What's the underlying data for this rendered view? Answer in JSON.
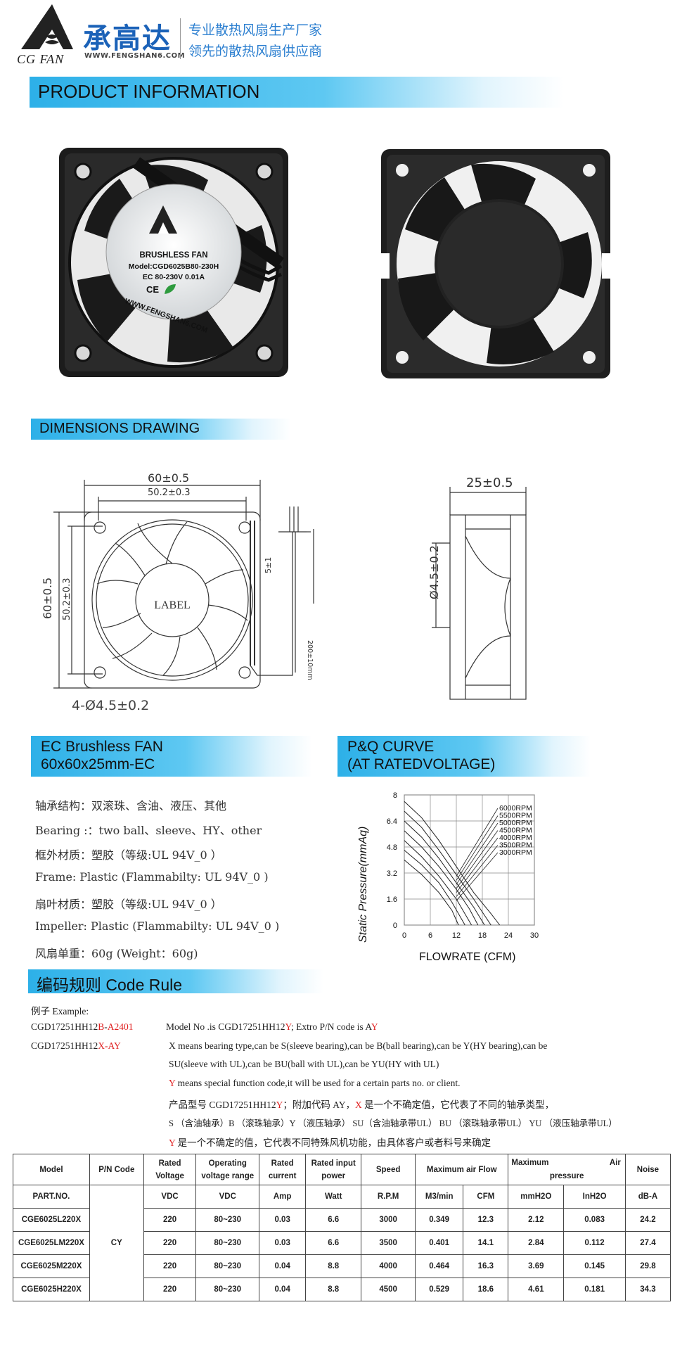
{
  "header": {
    "logo_text": "CG FAN",
    "brand": "承高达",
    "url": "WWW.FENGSHAN6.COM",
    "slogan_line1": "专业散热风扇生产厂家",
    "slogan_line2": "领先的散热风扇供应商"
  },
  "sections": {
    "product_info": "PRODUCT  INFORMATION",
    "dimensions": "DIMENSIONS  DRAWING",
    "ec_line1": "EC  Brushless  FAN",
    "ec_line2": "60x60x25mm-EC",
    "pq_line1": "P&Q  CURVE",
    "pq_line2": "(AT  RATEDVOLTAGE)",
    "code_rule": "编码规则 Code  Rule"
  },
  "product_label": {
    "title": "BRUSHLESS FAN",
    "model": "Model:CGD6025B80-230H",
    "rating": "EC 80-230V  0.01A",
    "url": "WWW.FENGSHAN6.COM",
    "ce": "CE"
  },
  "drawing": {
    "width_outer": "60±0.5",
    "width_inner": "50.2±0.3",
    "height_outer": "60±0.5",
    "height_inner": "50.2±0.3",
    "label": "LABEL",
    "lead_offset": "5±1",
    "lead_length": "200±10mm",
    "holes": "4-Ø4.5±0.2",
    "depth": "25±0.5",
    "side_hole": "Ø4.5±0.2"
  },
  "specs": [
    "轴承结构：双滚珠、含油、液压、其他",
    "Bearing :：two  ball、sleeve、HY、other",
    "框外材质：塑胶（等级:UL 94V_0 ）",
    "Frame: Plastic (Flammabilty: UL 94V_0 )",
    "扇叶材质：塑胶（等级:UL 94V_0 ）",
    "Impeller: Plastic  (Flammabilty: UL 94V_0 )",
    "风扇单重：60g  (Weight：60g)"
  ],
  "chart_data": {
    "type": "line",
    "title": "",
    "xlabel": "FLOWRATE (CFM)",
    "ylabel": "Static  Pressure(mmAq)",
    "xlim": [
      0,
      30
    ],
    "ylim": [
      0,
      8
    ],
    "x_ticks": [
      "0",
      "6",
      "12",
      "18",
      "24",
      "30"
    ],
    "y_ticks": [
      "0",
      "1.6",
      "3.2",
      "4.8",
      "6.4",
      "8"
    ],
    "grid": true,
    "legend_position": "top-right",
    "series": [
      {
        "name": "6000RPM",
        "x": [
          0,
          4,
          8,
          12,
          16,
          20,
          22
        ],
        "y": [
          7.6,
          6.6,
          5.2,
          3.6,
          2.0,
          0.7,
          0
        ]
      },
      {
        "name": "5500RPM",
        "x": [
          0,
          4,
          8,
          12,
          16,
          20
        ],
        "y": [
          7.0,
          6.0,
          4.6,
          3.1,
          1.6,
          0
        ]
      },
      {
        "name": "5000RPM",
        "x": [
          0,
          4,
          8,
          12,
          16,
          18.5
        ],
        "y": [
          6.4,
          5.4,
          4.1,
          2.6,
          1.1,
          0
        ]
      },
      {
        "name": "4500RPM",
        "x": [
          0,
          4,
          8,
          12,
          15,
          17
        ],
        "y": [
          5.8,
          4.8,
          3.6,
          2.2,
          1.0,
          0
        ]
      },
      {
        "name": "4000RPM",
        "x": [
          0,
          4,
          8,
          12,
          15.5
        ],
        "y": [
          5.2,
          4.2,
          3.0,
          1.6,
          0
        ]
      },
      {
        "name": "3500RPM",
        "x": [
          0,
          4,
          8,
          11,
          14
        ],
        "y": [
          4.6,
          3.7,
          2.6,
          1.4,
          0
        ]
      },
      {
        "name": "3000RPM",
        "x": [
          0,
          4,
          8,
          11,
          12.5
        ],
        "y": [
          4.0,
          3.1,
          2.0,
          0.9,
          0
        ]
      }
    ]
  },
  "code_rule": {
    "example_label": "例子 Example:",
    "code1_base": "CGD17251HH12",
    "code1_b": "B",
    "code1_dash": "-",
    "code1_a": "A2401",
    "code2_base": "CGD17251HH12",
    "code2_x": "X",
    "code2_ay": "-AY",
    "model_line_prefix": "Model  No .is  CGD17251HH12",
    "model_line_y": "Y",
    "model_line_mid": "; Extro  P/N  code  is  A",
    "model_line_y2": "Y",
    "x_line1": "X  means bearing type,can be S(sleeve bearing),can  be B(ball bearing),can  be Y(HY bearing),can  be",
    "x_line2": "SU(sleeve with UL),can be BU(ball with UL),can be YU(HY with UL)",
    "y_letter": "Y",
    "y_line": " means special function code,it will be used for a certain parts no. or client.",
    "cn1_prefix": "产品型号  CGD17251HH12",
    "cn1_y": "Y",
    "cn1_mid": "；附加代码  AY，",
    "cn1_x": "X",
    "cn1_suffix": " 是一个不确定值，它代表了不同的轴承类型，",
    "cn2": "S （含油轴承）B （滚珠轴承）Y （液压轴承） SU（含油轴承带UL） BU （滚珠轴承带UL） YU （液压轴承带UL）",
    "cn3_y": "Y",
    "cn3": " 是一个不确定的值，它代表不同特殊风机功能，由具体客户或者料号来确定"
  },
  "table": {
    "headers": {
      "model": "Model",
      "pn": "P/N Code",
      "rated_voltage": "Rated Voltage",
      "op_range": "Operating voltage range",
      "rated_current": "Rated current",
      "rated_power": "Rated input power",
      "speed": "Speed",
      "airflow": "Maximum air Flow",
      "pressure_left": "Maximum",
      "pressure_right": "Air",
      "pressure_bottom": "pressure",
      "noise": "Noise"
    },
    "units": [
      "PART.NO.",
      "VDC",
      "VDC",
      "Amp",
      "Watt",
      "R.P.M",
      "M3/min",
      "CFM",
      "mmH2O",
      "InH2O",
      "dB-A"
    ],
    "pn_code": "CY",
    "rows": [
      [
        "CGE6025L220X",
        "220",
        "80~230",
        "0.03",
        "6.6",
        "3000",
        "0.349",
        "12.3",
        "2.12",
        "0.083",
        "24.2"
      ],
      [
        "CGE6025LM220X",
        "220",
        "80~230",
        "0.03",
        "6.6",
        "3500",
        "0.401",
        "14.1",
        "2.84",
        "0.112",
        "27.4"
      ],
      [
        "CGE6025M220X",
        "220",
        "80~230",
        "0.04",
        "8.8",
        "4000",
        "0.464",
        "16.3",
        "3.69",
        "0.145",
        "29.8"
      ],
      [
        "CGE6025H220X",
        "220",
        "80~230",
        "0.04",
        "8.8",
        "4500",
        "0.529",
        "18.6",
        "4.61",
        "0.181",
        "34.3"
      ]
    ]
  },
  "colors": {
    "brand_blue": "#1b62b8",
    "banner_cyan": "#2db0e8",
    "highlight_red": "#e02020"
  }
}
